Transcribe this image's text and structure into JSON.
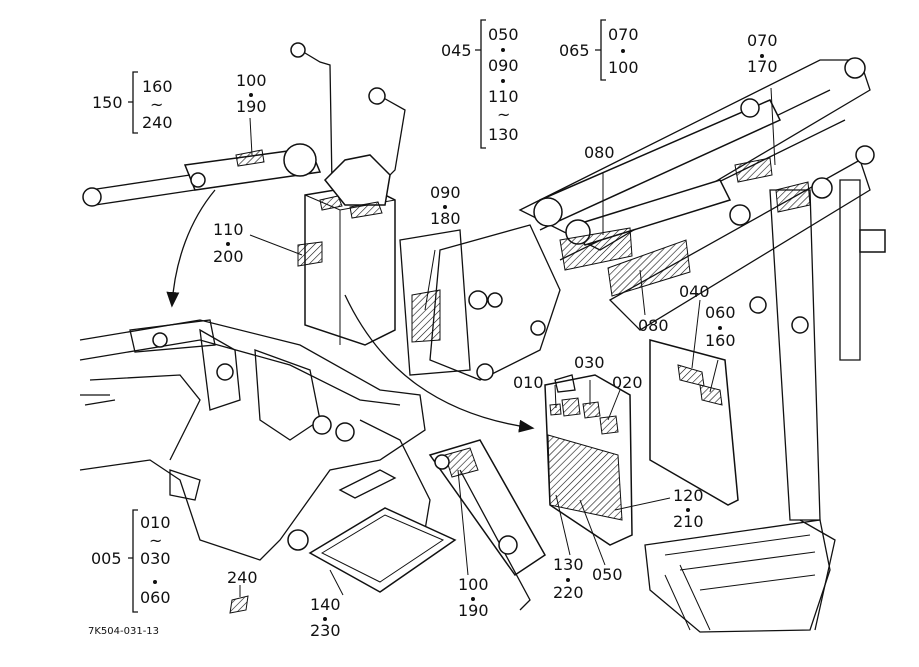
{
  "labels": {
    "l150": "150",
    "g150_a": "160",
    "g150_b": "240",
    "tilde": "~",
    "l100_190_a": "100",
    "l100_190_b": "190",
    "l045": "045",
    "g045_a": "050",
    "g045_b": "090",
    "g045_c": "110",
    "g045_d": "130",
    "l065": "065",
    "g065_a": "070",
    "g065_b": "100",
    "l070_170_a": "070",
    "l070_170_b": "170",
    "l080_top": "080",
    "l090_180_a": "090",
    "l090_180_b": "180",
    "l110_200_a": "110",
    "l110_200_b": "200",
    "l080_mid": "080",
    "l040": "040",
    "l060_160_a": "060",
    "l060_160_b": "160",
    "l010": "010",
    "l030": "030",
    "l020": "020",
    "l120_210_a": "120",
    "l120_210_b": "210",
    "l130_220_a": "130",
    "l130_220_b": "220",
    "l050": "050",
    "l100_190b_a": "100",
    "l100_190b_b": "190",
    "l140_230_a": "140",
    "l140_230_b": "230",
    "l240": "240",
    "l005": "005",
    "g005_a": "010",
    "g005_b": "030",
    "g005_c": "060",
    "code": "7K504-031-13"
  }
}
